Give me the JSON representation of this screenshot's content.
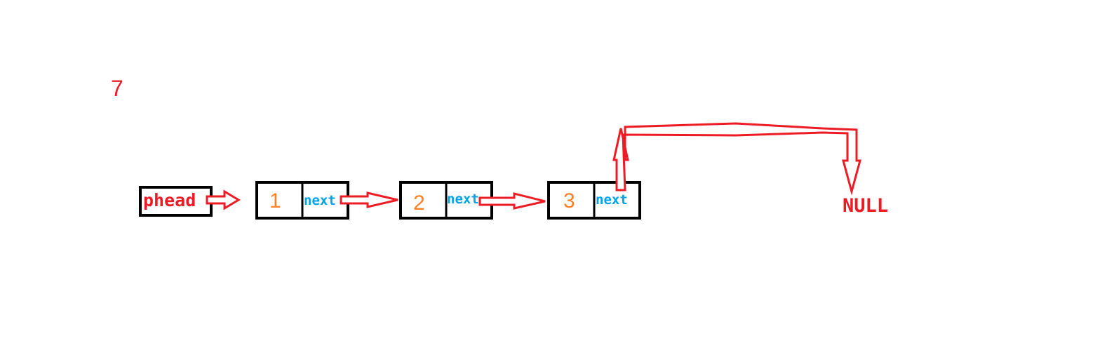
{
  "corner_number": "7",
  "head_label": "phead",
  "nodes": [
    {
      "value": "1",
      "pointer_label": "next"
    },
    {
      "value": "2",
      "pointer_label": "next"
    },
    {
      "value": "3",
      "pointer_label": "next"
    }
  ],
  "null_label": "NULL",
  "colors": {
    "arrow": "#ed1c24",
    "red_text": "#ed1c24",
    "value_text": "#ff7f27",
    "pointer_text": "#00a2e8",
    "box_border": "#000000"
  }
}
